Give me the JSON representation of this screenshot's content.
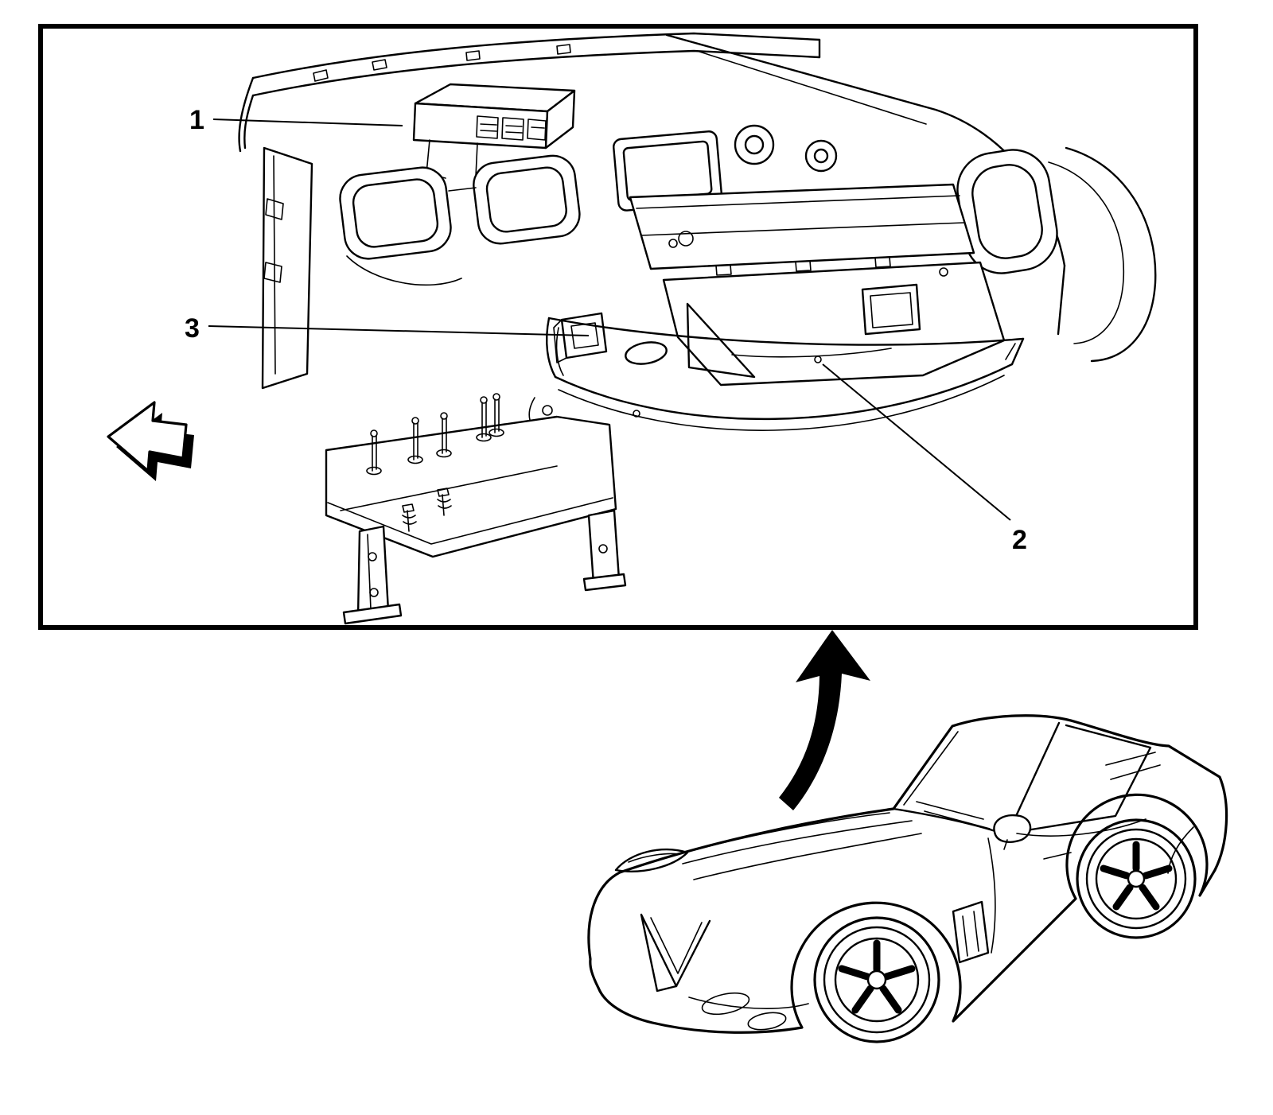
{
  "diagram": {
    "callouts": [
      {
        "label": "1",
        "target": "body-control-module"
      },
      {
        "label": "2",
        "target": "glove-box-fastener"
      },
      {
        "label": "3",
        "target": "lower-bracket"
      }
    ],
    "icons": {
      "direction_arrow": "left-direction-arrow",
      "lift_arrow": "curved-up-arrow"
    },
    "colors": {
      "line": "#000000",
      "background": "#ffffff",
      "frame_border": "#000000"
    }
  }
}
